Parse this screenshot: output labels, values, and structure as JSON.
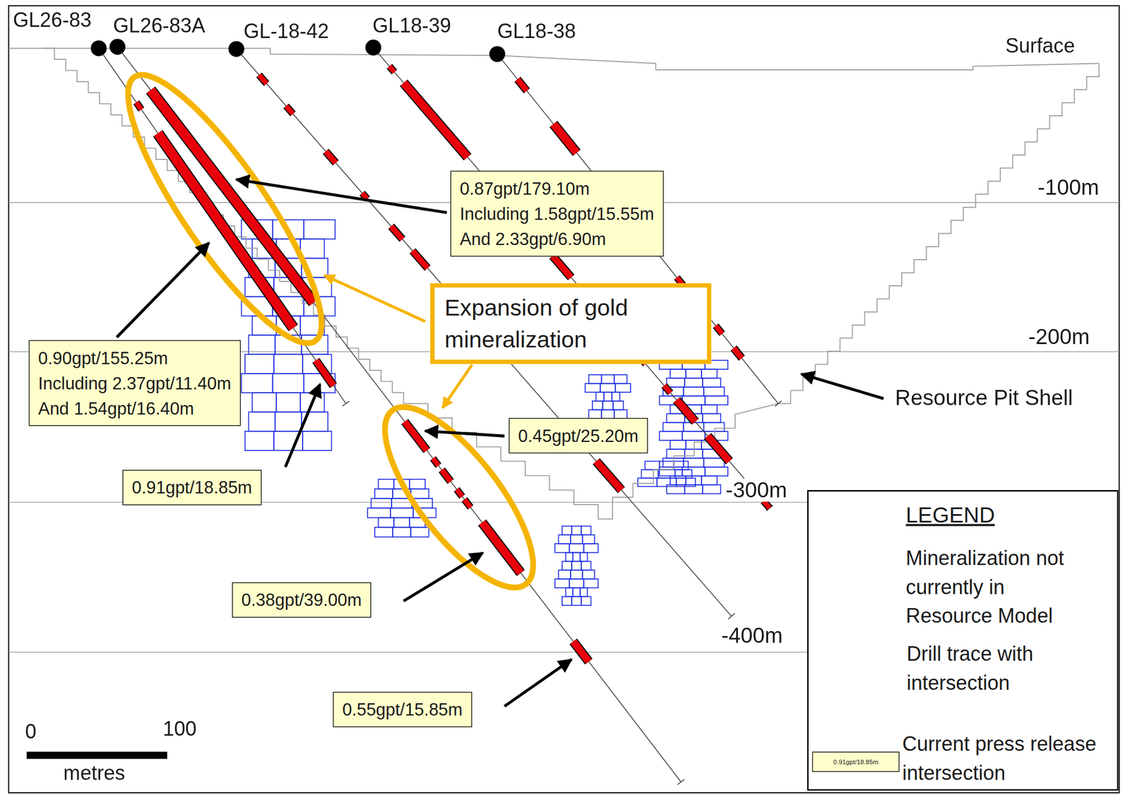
{
  "diagram": {
    "nodes": [
      {
        "text": [
          "0.87gpt/179.10m",
          "Including 1.58gpt/15.55m",
          "And 2.33gpt/6.90m"
        ]
      },
      {
        "text": [
          "Expansion of gold mineralization"
        ]
      },
      {
        "text": [
          "0.90gpt/155.25m",
          "Including 2.37gpt/11.40m",
          "And 1.54gpt/16.40m"
        ]
      },
      {
        "text": [
          "0.45gpt/25.20m"
        ]
      },
      {
        "text": [
          "0.91gpt/18.85m"
        ]
      },
      {
        "text": [
          "LEGEND"
        ]
      },
      {
        "text": [
          "0.38gpt/39.00m"
        ]
      },
      {
        "text": [
          "0.55gpt/15.85m"
        ]
      }
    ],
    "labels": [
      "GL26-83",
      "GL26-83A",
      "GL-18-42",
      "GL18-39",
      "GL18-38",
      "Surface",
      "-100m",
      "-200m",
      "-300m",
      "-400m",
      "Resource Pit Shell",
      "0",
      "100",
      "metres",
      "0.91gpt/18.85m"
    ],
    "legend": [
      {
        "text": "Mineralization not currently in Resource Model"
      },
      {
        "text": "Drill trace with intersection"
      },
      {
        "text": "Current press release intersection",
        "color": "#ffffcc"
      }
    ]
  }
}
